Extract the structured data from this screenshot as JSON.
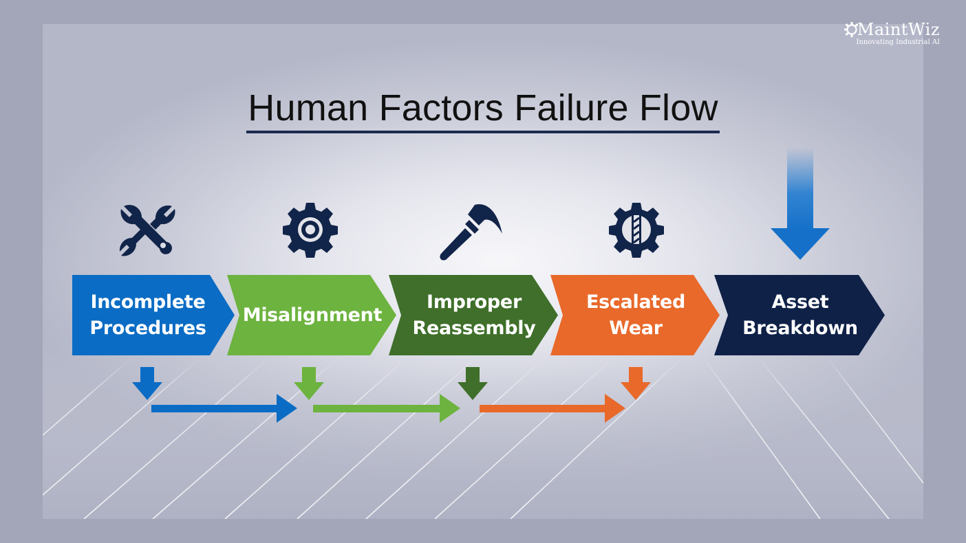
{
  "logo": {
    "name": "MaintWiz",
    "tagline": "Innovating Industrial AI",
    "icon": "gear-icon"
  },
  "title": "Human Factors Failure Flow",
  "colors": {
    "page_background": "#a3a6b9",
    "title_underline": "#1b2a4e",
    "icon_color": "#112449",
    "step_1": "#0a6cc4",
    "step_2": "#6db33f",
    "step_3": "#3f6f2a",
    "step_4": "#e8692a",
    "step_5": "#0f2147",
    "final_arrow": "#1877d0"
  },
  "steps": [
    {
      "label_line1": "Incomplete",
      "label_line2": "Procedures",
      "icon": "wrench-screwdriver-icon",
      "color": "#0a6cc4"
    },
    {
      "label_line1": "Misalignment",
      "label_line2": "",
      "icon": "gear-icon",
      "color": "#6db33f"
    },
    {
      "label_line1": "Improper",
      "label_line2": "Reassembly",
      "icon": "hammer-icon",
      "color": "#3f6f2a"
    },
    {
      "label_line1": "Escalated",
      "label_line2": "Wear",
      "icon": "gear-drill-bit-icon",
      "color": "#e8692a"
    },
    {
      "label_line1": "Asset",
      "label_line2": "Breakdown",
      "icon": "down-arrow-icon",
      "color": "#0f2147"
    }
  ],
  "connectors": [
    {
      "from": "Incomplete Procedures",
      "to": "Misalignment",
      "color": "#0a6cc4"
    },
    {
      "from": "Misalignment",
      "to": "Improper Reassembly",
      "color": "#6db33f"
    },
    {
      "from": "Improper Reassembly",
      "to": "Escalated Wear",
      "color": "#e8692a"
    }
  ]
}
